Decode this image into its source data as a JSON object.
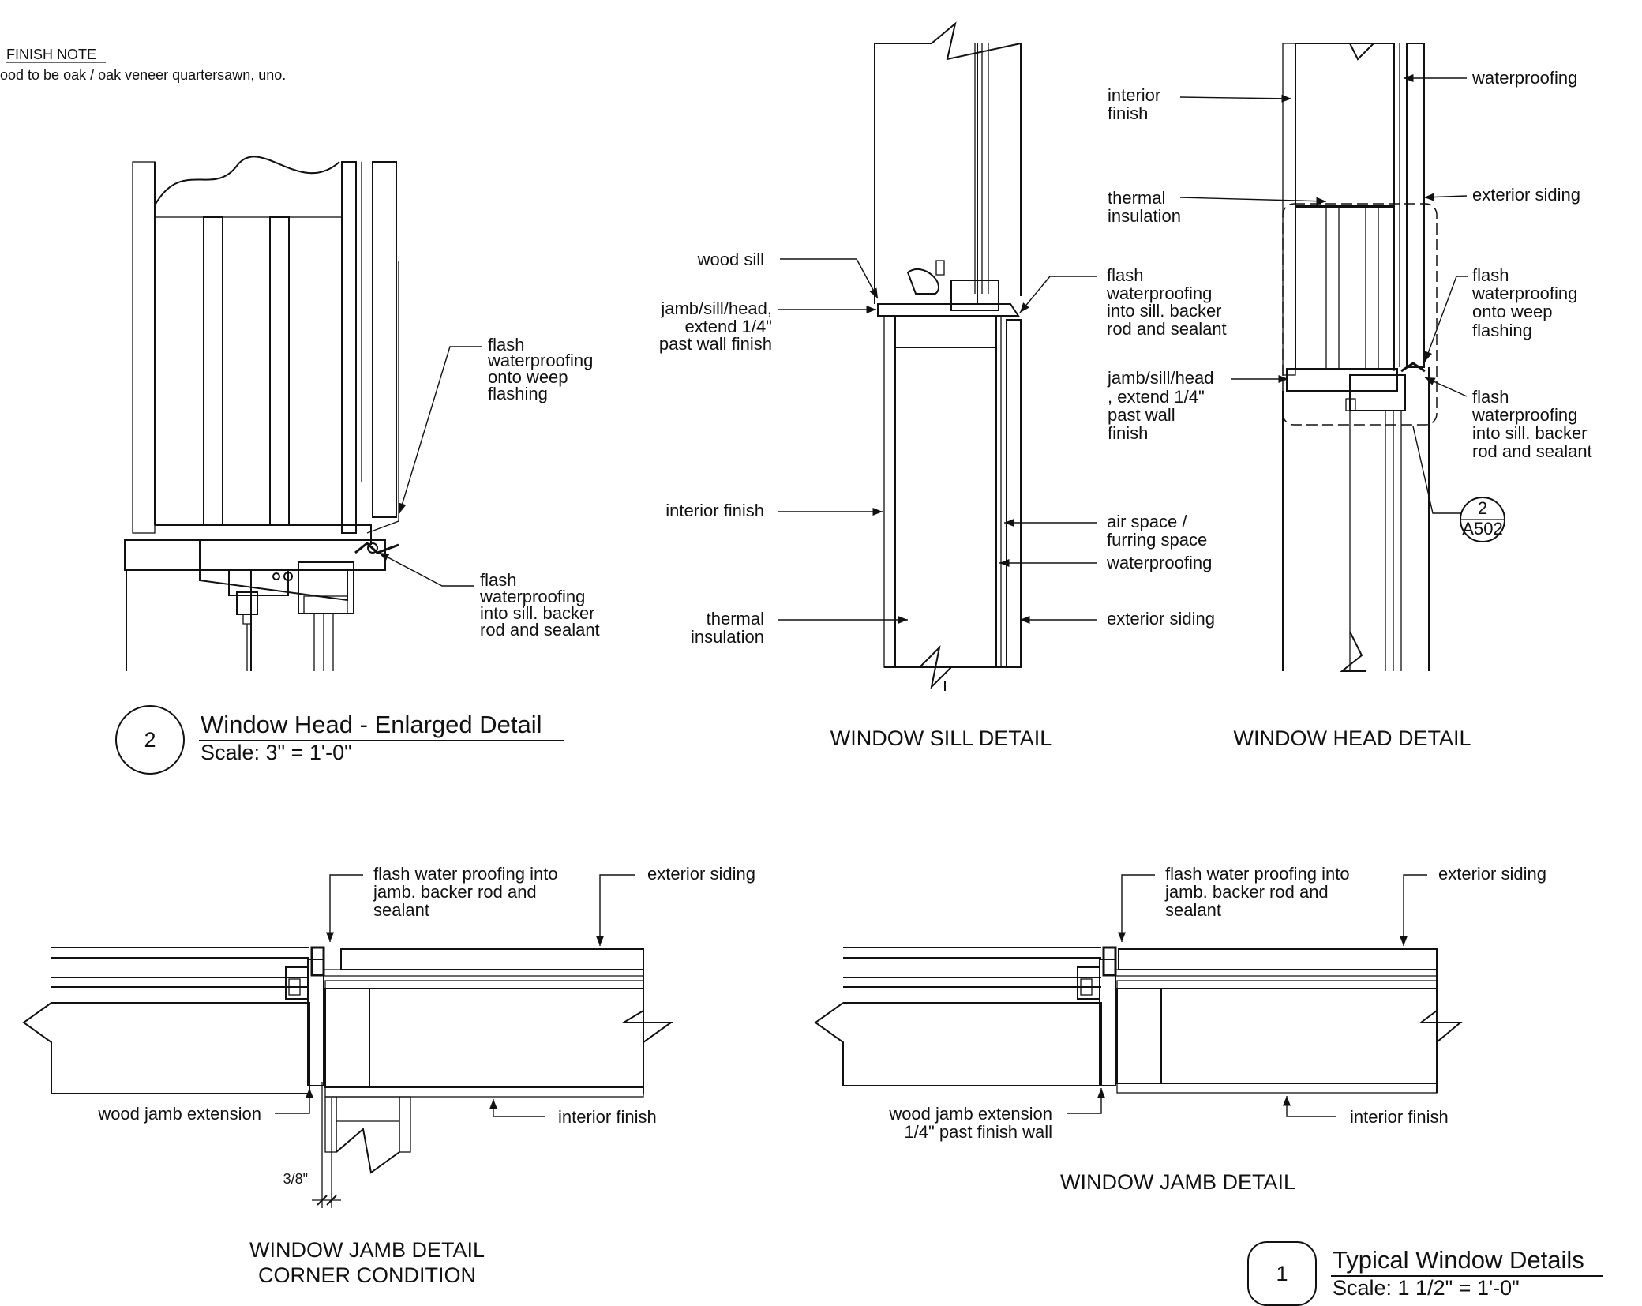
{
  "notes": {
    "heading": "FINISH NOTE",
    "text": "ood to be oak / oak veneer quartersawn, uno."
  },
  "detail_head_enlarged": {
    "bubble_number": "2",
    "title": "Window Head - Enlarged Detail",
    "scale": "Scale: 3\" = 1'-0\"",
    "labels": {
      "flash_weep": [
        "flash",
        "waterproofing",
        "onto weep",
        "flashing"
      ],
      "flash_sill": [
        "flash",
        "waterproofing",
        "into sill. backer",
        "rod and sealant"
      ]
    }
  },
  "detail_sill": {
    "title": "WINDOW SILL DETAIL",
    "labels": {
      "wood_sill": "wood sill",
      "jamb_extend": [
        "jamb/sill/head,",
        "extend 1/4\"",
        "past wall finish"
      ],
      "interior_finish": "interior finish",
      "thermal_insulation": [
        "thermal",
        "insulation"
      ],
      "flash_into_sill": [
        "flash",
        "waterproofing",
        "into sill. backer",
        "rod and sealant"
      ],
      "air_space": [
        "air space /",
        "furring space"
      ],
      "waterproofing": "waterproofing",
      "exterior_siding": "exterior siding"
    }
  },
  "detail_head": {
    "title": "WINDOW HEAD DETAIL",
    "labels": {
      "interior_finish": [
        "interior",
        "finish"
      ],
      "thermal_insulation": [
        "thermal",
        "insulation"
      ],
      "jamb_extend": [
        "jamb/sill/head",
        ", extend 1/4\"",
        "past wall",
        "finish"
      ],
      "waterproofing": "waterproofing",
      "exterior_siding": "exterior siding",
      "flash_weep": [
        "flash",
        "waterproofing",
        "onto weep",
        "flashing"
      ],
      "flash_sill": [
        "flash",
        "waterproofing",
        "into sill. backer",
        "rod and sealant"
      ]
    },
    "callout": {
      "number": "2",
      "sheet": "A502"
    }
  },
  "detail_jamb_corner": {
    "title": [
      "WINDOW JAMB DETAIL",
      "CORNER CONDITION"
    ],
    "labels": {
      "flash_jamb": [
        "flash water proofing into",
        "jamb. backer rod and",
        "sealant"
      ],
      "exterior_siding": "exterior siding",
      "wood_jamb": "wood jamb extension",
      "interior_finish": "interior finish",
      "dimension": "3/8\""
    }
  },
  "detail_jamb": {
    "title": "WINDOW JAMB DETAIL",
    "labels": {
      "flash_jamb": [
        "flash water proofing into",
        "jamb. backer rod and",
        "sealant"
      ],
      "exterior_siding": "exterior siding",
      "wood_jamb": [
        "wood jamb extension",
        "1/4\" past finish wall"
      ],
      "interior_finish": "interior finish"
    }
  },
  "sheet_title": {
    "bubble_number": "1",
    "title": "Typical Window Details",
    "scale": "Scale: 1 1/2\" = 1'-0\""
  }
}
